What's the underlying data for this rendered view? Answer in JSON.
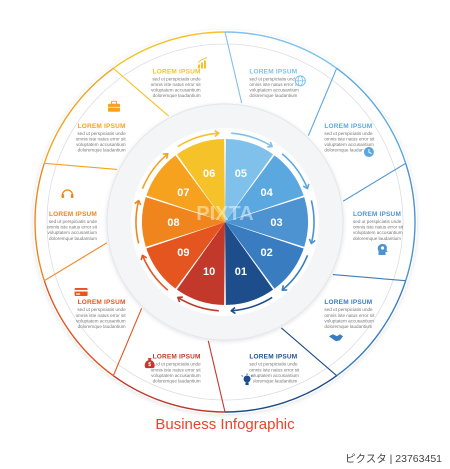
{
  "segments": [
    {
      "num": "01",
      "color": "#1e4d8c",
      "header": "LOREM IPSUM",
      "icon": "bulb-icon",
      "lines": [
        "sed ut perspiciatis unde",
        "omnis iste natus error sit",
        "voluptatem accusantium",
        "doloremque laudantium"
      ]
    },
    {
      "num": "02",
      "color": "#3a7cc0",
      "header": "LOREM IPSUM",
      "icon": "handshake-icon",
      "lines": [
        "sed ut perspiciatis unde",
        "omnis iste natus error sit",
        "voluptatem accusantium",
        "doloremque laudantium"
      ]
    },
    {
      "num": "03",
      "color": "#4d93d2",
      "header": "LOREM IPSUM",
      "icon": "head-gear-icon",
      "lines": [
        "sed ut perspiciatis unde",
        "omnis iste natus error sit",
        "voluptatem accusantium",
        "doloremque laudantium"
      ]
    },
    {
      "num": "04",
      "color": "#5aa8df",
      "header": "LOREM IPSUM",
      "icon": "clock-icon",
      "lines": [
        "sed ut perspiciatis unde",
        "omnis iste natus error sit",
        "voluptatem accusantium",
        "doloremque laudantium"
      ]
    },
    {
      "num": "05",
      "color": "#7fc1ea",
      "header": "LOREM IPSUM",
      "icon": "globe-icon",
      "lines": [
        "sed ut perspiciatis unde",
        "omnis iste natus error sit",
        "voluptatem accusantium",
        "doloremque laudantium"
      ]
    },
    {
      "num": "06",
      "color": "#f5c229",
      "header": "LOREM IPSUM",
      "icon": "growth-chart-icon",
      "lines": [
        "sed ut perspiciatis unde",
        "omnis iste natus error sit",
        "voluptatem accusantium",
        "doloremque laudantium"
      ]
    },
    {
      "num": "07",
      "color": "#f6a21f",
      "header": "LOREM IPSUM",
      "icon": "briefcase-icon",
      "lines": [
        "sed ut perspiciatis unde",
        "omnis iste natus error sit",
        "voluptatem accusantium",
        "doloremque laudantium"
      ]
    },
    {
      "num": "08",
      "color": "#f0851d",
      "header": "LOREM IPSUM",
      "icon": "headset-icon",
      "lines": [
        "sed ut perspiciatis unde",
        "omnis iste natus error sit",
        "voluptatem accusantium",
        "doloremque laudantium"
      ]
    },
    {
      "num": "09",
      "color": "#e4551f",
      "header": "LOREM IPSUM",
      "icon": "credit-card-icon",
      "lines": [
        "sed ut perspiciatis unde",
        "omnis iste natus error sit",
        "voluptatem accusantium",
        "doloremque laudantium"
      ]
    },
    {
      "num": "10",
      "color": "#c2392b",
      "header": "LOREM IPSUM",
      "icon": "money-bag-icon",
      "lines": [
        "sed ut perspiciatis unde",
        "omnis iste natus error sit",
        "voluptatem accusantium",
        "doloremque laudantium"
      ]
    }
  ],
  "footer": {
    "title": "Business  Infographic"
  },
  "watermark": {
    "brand": "PIXTA",
    "id": "ピクスタ | 23763451"
  },
  "colors": {
    "footer": "#e8442a",
    "ring_line": "#d9dde3"
  }
}
